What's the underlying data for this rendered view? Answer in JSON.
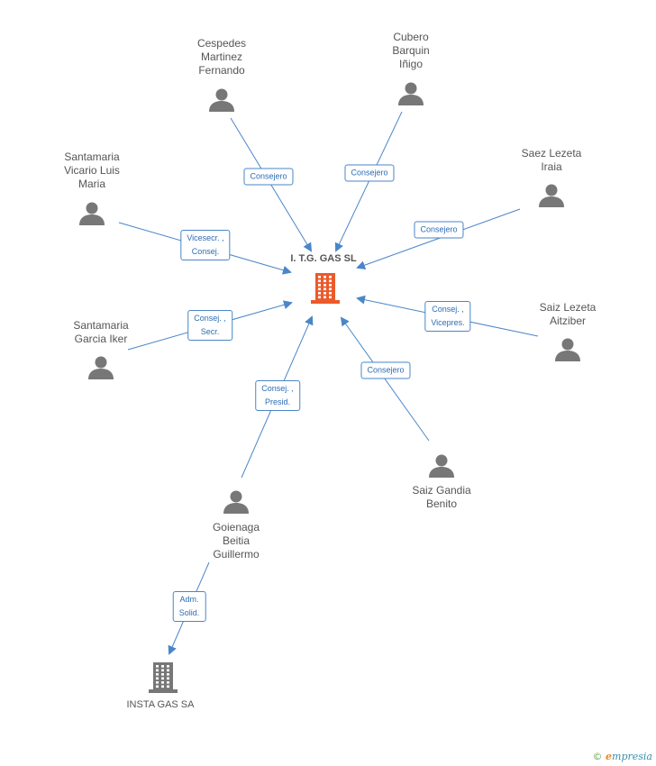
{
  "company": {
    "name": "I. T.G. GAS SL",
    "color": "#ec5a2a"
  },
  "company2": {
    "name": "INSTA GAS SA",
    "color": "#777777"
  },
  "person_icon_color": "#777777",
  "edge_color": "#4a86c8",
  "people": [
    {
      "name": "Cespedes\nMartinez\nFernando",
      "role": "Consejero"
    },
    {
      "name": "Cubero\nBarquin\nIñigo",
      "role": "Consejero"
    },
    {
      "name": "Santamaria\nVicario Luis\nMaria",
      "role": "Vicesecr. ,\nConsej."
    },
    {
      "name": "Saez Lezeta\nIraia",
      "role": "Consejero"
    },
    {
      "name": "Santamaria\nGarcia Iker",
      "role": "Consej. ,\nSecr."
    },
    {
      "name": "Saiz Lezeta\nAitziber",
      "role": "Consej. ,\nVicepres."
    },
    {
      "name": "Saiz Gandia\nBenito",
      "role": "Consejero"
    },
    {
      "name": "Goienaga\nBeitia\nGuillermo",
      "role": "Consej. ,\nPresid."
    }
  ],
  "secondary_edge": {
    "role": "Adm.\nSolid."
  },
  "footer": {
    "copyright": "©",
    "brand_initial": "e",
    "brand_rest": "mpresia"
  }
}
